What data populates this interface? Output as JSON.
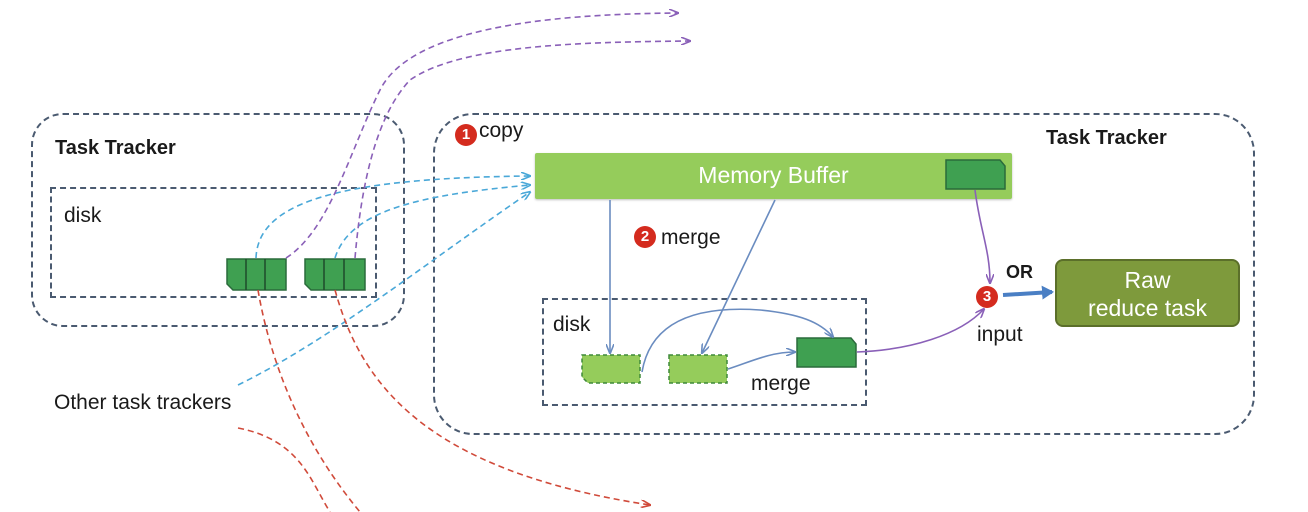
{
  "left_tracker": {
    "title": "Task Tracker",
    "disk_label": "disk"
  },
  "right_tracker": {
    "title": "Task Tracker",
    "memory_buffer_label": "Memory Buffer",
    "disk_label": "disk",
    "reduce_task_label_line1": "Raw",
    "reduce_task_label_line2": "reduce task"
  },
  "steps": {
    "step1_number": "1",
    "step1_label": "copy",
    "step2_number": "2",
    "step2_label": "merge",
    "step3_number": "3",
    "step3_label": "input",
    "or_label": "OR",
    "disk_merge_label": "merge"
  },
  "other_trackers_label": "Other task trackers",
  "colors": {
    "box_border": "#4a5a70",
    "memory_buffer": "#95cc5b",
    "spill_light": "#95cc5b",
    "spill_dark": "#3fa051",
    "reduce_task": "#7e9a3c",
    "badge": "#d42b1e",
    "arrow_blue": "#4aa8d8",
    "arrow_purple": "#8a60b8",
    "arrow_red": "#d04a3a",
    "arrow_steel": "#6a8cc0"
  }
}
